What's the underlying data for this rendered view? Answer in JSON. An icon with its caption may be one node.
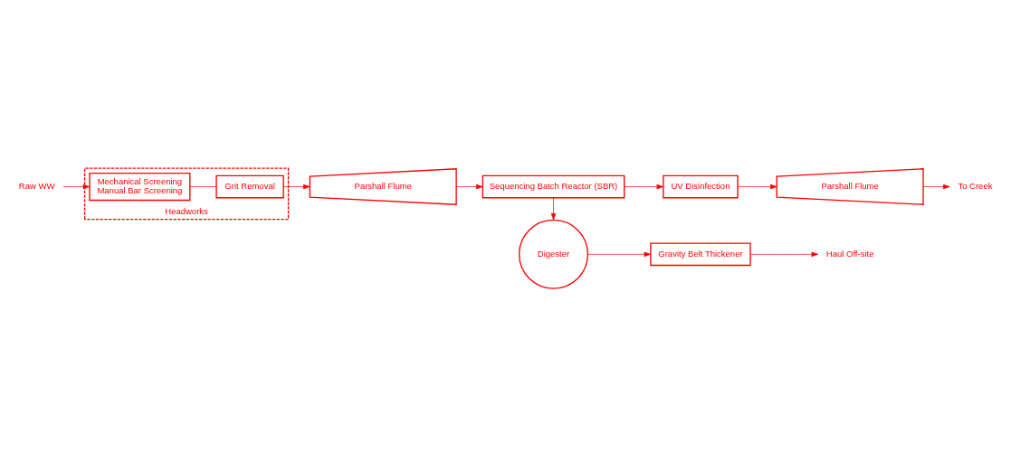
{
  "diagram": {
    "nodes": [
      {
        "text": [
          "Raw WW"
        ]
      },
      {
        "text": [
          "Headworks"
        ]
      },
      {
        "text": [
          "Mechanical Screening",
          "Manual Bar Screening"
        ],
        "in": 1
      },
      {
        "text": [
          "Grit Removal"
        ],
        "in": 1
      },
      {
        "text": [
          "Parshall Flume"
        ]
      },
      {
        "text": [
          "Sequencing Batch Reactor (SBR)"
        ]
      },
      {
        "text": [
          "UV Disinfection"
        ]
      },
      {
        "text": [
          "Parshall Flume"
        ]
      },
      {
        "text": [
          "To Creek"
        ]
      },
      {
        "text": [
          "Digester"
        ]
      },
      {
        "text": [
          "Gravity Belt Thickener"
        ]
      },
      {
        "text": [
          "Haul Off-site"
        ]
      }
    ],
    "edges": [
      {
        "from": 0,
        "to": 2,
        "arrow": "to"
      },
      {
        "from": 2,
        "to": 3,
        "arrow": "none"
      },
      {
        "from": 3,
        "to": 4,
        "arrow": "to"
      },
      {
        "from": 4,
        "to": 5,
        "arrow": "to"
      },
      {
        "from": 5,
        "to": 6,
        "arrow": "to"
      },
      {
        "from": 6,
        "to": 7,
        "arrow": "to"
      },
      {
        "from": 7,
        "to": 8,
        "arrow": "to"
      },
      {
        "from": 5,
        "to": 9,
        "arrow": "to"
      },
      {
        "from": 9,
        "to": 10,
        "arrow": "to"
      },
      {
        "from": 10,
        "to": 11,
        "arrow": "to"
      }
    ]
  }
}
